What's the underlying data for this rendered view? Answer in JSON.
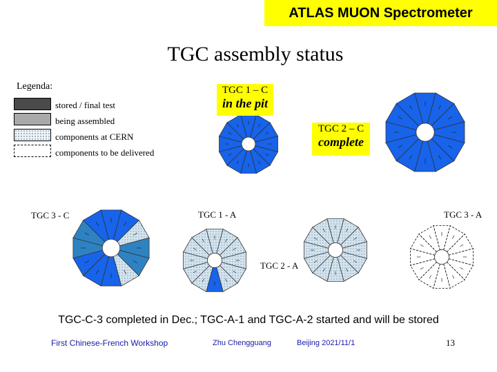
{
  "header": {
    "tag": "ATLAS MUON Spectrometer"
  },
  "title": "TGC assembly status",
  "legend": {
    "title": "Legenda:",
    "items": [
      {
        "label": "stored / final test",
        "style": "stored"
      },
      {
        "label": "being assembled",
        "style": "assembling"
      },
      {
        "label": "components at CERN",
        "style": "cern"
      },
      {
        "label": "components to be delivered",
        "style": "todeliver"
      }
    ]
  },
  "callouts": {
    "tgc1c": {
      "line1": "TGC 1 – C",
      "line2": "in the pit"
    },
    "tgc2c": {
      "line1": "TGC 2 – C",
      "line2": "complete"
    }
  },
  "wheels": {
    "tgc3c": {
      "label": "TGC 3 - C",
      "segments": [
        "stored",
        "stored",
        "cern",
        "assembling",
        "assembling",
        "cern",
        "stored",
        "stored",
        "stored",
        "assembling",
        "assembling",
        "stored"
      ]
    },
    "tgc1a": {
      "label": "TGC 1 - A",
      "segments": [
        "cern",
        "cern",
        "cern",
        "cern",
        "cern",
        "cern",
        "stored",
        "cern",
        "cern",
        "cern",
        "cern",
        "cern"
      ]
    },
    "tgc2a": {
      "label": "TGC 2 - A",
      "segments": [
        "cern",
        "cern",
        "cern",
        "cern",
        "cern",
        "cern",
        "cern",
        "cern",
        "cern",
        "cern",
        "cern",
        "cern"
      ]
    },
    "tgc3a": {
      "label": "TGC 3 - A",
      "segments": [
        "todeliver",
        "todeliver",
        "todeliver",
        "todeliver",
        "todeliver",
        "todeliver",
        "todeliver",
        "todeliver",
        "todeliver",
        "todeliver",
        "todeliver",
        "todeliver"
      ]
    },
    "tgc1c": {
      "segments": [
        "stored",
        "stored",
        "stored",
        "stored",
        "stored",
        "stored",
        "stored",
        "stored",
        "stored",
        "stored",
        "stored",
        "stored"
      ]
    },
    "tgc2c": {
      "segments": [
        "stored",
        "stored",
        "stored",
        "stored",
        "stored",
        "stored",
        "stored",
        "stored",
        "stored",
        "stored",
        "stored",
        "stored"
      ]
    }
  },
  "status_note": "TGC-C-3 completed in Dec.; TGC-A-1 and TGC-A-2  started  and will be stored",
  "footer": {
    "workshop": "First Chinese-French Workshop",
    "author": "Zhu Chengguang",
    "place_date": "Beijing 2021/11/1",
    "page": "13"
  },
  "colors": {
    "stored": "#1763ea",
    "assembling": "#2f82c2",
    "cern": "#d4e4ef",
    "todeliver": "#ffffff",
    "highlight": "#ffff00",
    "footer_text": "#1a1aa6"
  }
}
